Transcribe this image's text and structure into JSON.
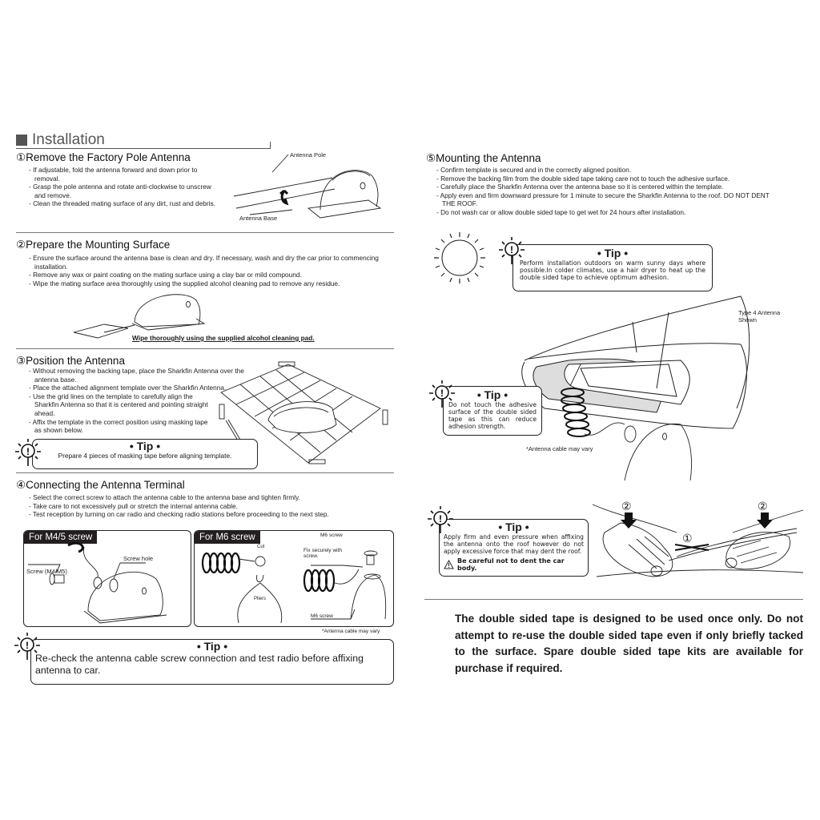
{
  "header": {
    "title": "Installation"
  },
  "steps": [
    {
      "title": "①Remove the Factory Pole Antenna",
      "bullets": [
        "- If adjustable, fold the antenna forward and down prior to removal.",
        "- Grasp the pole antenna and rotate anti-clockwise to unscrew and remove.",
        "- Clean the threaded mating surface of any dirt, rust and debris."
      ],
      "labels": {
        "pole": "Antenna Pole",
        "base": "Antenna Base"
      }
    },
    {
      "title": "②Prepare the Mounting Surface",
      "bullets": [
        "- Ensure the surface around the antenna base is clean and dry. If necessary, wash and dry the car prior to commencing installation.",
        "- Remove any wax or paint coating on the mating surface using a clay bar or mild compound.",
        "- Wipe the mating surface area thoroughly using the supplied alcohol cleaning pad to remove any residue."
      ],
      "caption": "Wipe thoroughly using the supplied alcohol cleaning pad."
    },
    {
      "title": "③Position the Antenna",
      "bullets": [
        "- Without removing the backing tape, place the Sharkfin Antenna over the antenna base.",
        "- Place the attached alignment template over the Sharkfin Antenna.",
        "- Use the grid lines on the template to carefully align the Sharkfin Antenna so that it is centered and pointing straight ahead.",
        "- Affix the template in the correct position using masking tape as shown below."
      ],
      "tip": {
        "title": "• Tip •",
        "text": "Prepare 4 pieces of masking tape before aligning template."
      }
    },
    {
      "title": "④Connecting the Antenna Terminal",
      "bullets": [
        "- Select the correct screw to attach the antenna cable to the antenna base and tighten firmly.",
        "- Take care to not excessively pull or stretch the internal antenna cable.",
        "- Test reception by turning on car radio and checking radio stations before proceeding to the next step."
      ],
      "panels": [
        {
          "header": "For M4/5 screw",
          "labels": [
            "Screw hole",
            "Screw (M4/M5)"
          ]
        },
        {
          "header": "For M6 screw",
          "labels": [
            "Cut",
            "Pliers",
            "M6 screw",
            "Fix securely with screw.",
            "M6 screw"
          ]
        }
      ],
      "note": "*Antenna cable may vary",
      "tip": {
        "title": "• Tip •",
        "text": "Re-check the antenna cable screw connection and test radio before affixing antenna to car."
      }
    },
    {
      "title": "⑤Mounting the Antenna",
      "bullets": [
        "- Confirm template is secured and in the correctly aligned position.",
        "- Remove the backing film from the double sided tape taking care not to touch the adhesive surface.",
        "- Carefully place the Sharkfin Antenna over the antenna base so it is centered within the template.",
        "- Apply even and firm downward pressure for 1 minute to secure the Sharkfin Antenna to the roof. DO NOT DENT THE ROOF.",
        "- Do not wash car or allow double sided tape to get wet for 24 hours after installation."
      ],
      "tip_sun": {
        "title": "• Tip •",
        "text": "Perform installation outdoors on warm sunny days where possible.In colder climates, use a hair dryer to heat up the double sided tape to achieve optimum adhesion."
      },
      "type_label": "Type 4 Antenna Shown",
      "tip_adhesive": {
        "title": "• Tip •",
        "text": "Do not touch the adhesive surface of the double sided tape as this can reduce adhesion strength."
      },
      "note": "*Antenna cable may vary",
      "tip_pressure": {
        "title": "• Tip •",
        "text": "Apply firm and even pressure when affixing the antenna onto the roof however do not apply excessive force that may dent the roof.",
        "warning": "Be careful not to dent the car body."
      },
      "hand_markers": [
        "②",
        "①",
        "②"
      ]
    }
  ],
  "footer_note": "The double sided tape is designed to be used once only. Do not attempt to re-use the double sided tape even if only briefly tacked to the surface. Spare double sided tape kits are available for purchase if required."
}
